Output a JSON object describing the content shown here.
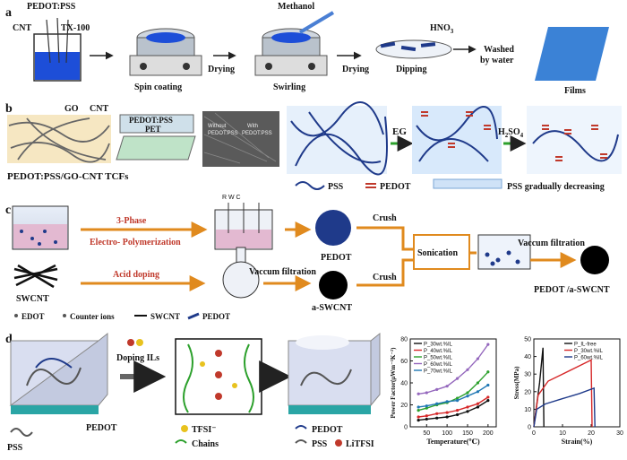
{
  "panel_a": {
    "letter": "a",
    "labels": {
      "pedot_pss": "PEDOT:PSS",
      "cnt": "CNT",
      "tx100": "TX-100",
      "spin_coating": "Spin coating",
      "drying1": "Drying",
      "methanol": "Methanol",
      "swirling": "Swirling",
      "drying2": "Drying",
      "hno3_prefix": "HNO",
      "hno3_sub": "3",
      "dipping": "Dipping",
      "washed1": "Washed",
      "washed2": "by water",
      "films": "Films"
    }
  },
  "panel_b": {
    "letter": "b",
    "labels": {
      "go": "GO",
      "cnt": "CNT",
      "pedot_pss": "PEDOT:PSS",
      "pet": "PET",
      "without": "Without",
      "without2": "PEDOT:PSS",
      "with": "With",
      "with2": "PEDOT:PSS",
      "caption": "PEDOT:PSS/GO-CNT TCFs",
      "eg": "EG",
      "h2so4_prefix": "H",
      "h2so4_sub1": "2",
      "h2so4_mid": "SO",
      "h2so4_sub2": "4",
      "legend_pss": "PSS",
      "legend_pedot": "PEDOT",
      "legend_decrease": "PSS gradually decreasing"
    }
  },
  "panel_c": {
    "letter": "c",
    "labels": {
      "three_phase": "3-Phase",
      "electro": "Electro- Polymerization",
      "electrodes": "R  W  C",
      "pedot": "PEDOT",
      "crush1": "Crush",
      "sonication": "Sonication",
      "crush2": "Crush",
      "vac1": "Vaccum filtration",
      "vac2": "Vaccum filtration",
      "acid": "Acid doping",
      "swcnt": "SWCNT",
      "a_swcnt": "a-SWCNT",
      "product": "PEDOT /a-SWCNT",
      "legend_edot": "EDOT",
      "legend_counter": "Counter ions",
      "legend_swcnt": "SWCNT",
      "legend_pedot": "PEDOT"
    }
  },
  "panel_d": {
    "letter": "d",
    "labels": {
      "doping": "Doping ILs",
      "pss": "PSS",
      "pedot": "PEDOT",
      "tfsi": "TFSI⁻",
      "chains": "Chains",
      "pedot2": "PEDOT",
      "pss2": "PSS",
      "litfsi": "LiTFSI"
    }
  },
  "colors": {
    "blue_dark": "#1f3a8a",
    "blue_bright": "#1d4ed8",
    "teal": "#2aa5a5",
    "arrow_orange": "#e08a1e",
    "arrow_gray": "#666666",
    "red": "#c0392b"
  },
  "chart_data": [
    {
      "type": "line",
      "title": "",
      "xlabel": "Temperature(℃)",
      "ylabel": "Power Factor(μWm⁻¹K⁻²)",
      "xlim": [
        10,
        220
      ],
      "ylim": [
        0,
        80
      ],
      "xticks": [
        50,
        100,
        150,
        200
      ],
      "yticks": [
        0,
        20,
        40,
        60,
        80
      ],
      "legend_position": "top-left",
      "x": [
        30,
        50,
        75,
        100,
        125,
        150,
        175,
        200
      ],
      "series": [
        {
          "name": "P_30wt.%IL",
          "color": "#111111",
          "values": [
            6,
            7,
            8,
            9,
            11,
            14,
            18,
            24
          ]
        },
        {
          "name": "P_40wt.%IL",
          "color": "#d62728",
          "values": [
            9,
            10,
            12,
            13,
            15,
            18,
            21,
            27
          ]
        },
        {
          "name": "P_50wt.%IL",
          "color": "#2ca02c",
          "values": [
            15,
            17,
            20,
            22,
            26,
            31,
            40,
            50
          ]
        },
        {
          "name": "P_60wt.%IL",
          "color": "#9467bd",
          "values": [
            30,
            31,
            34,
            37,
            44,
            52,
            62,
            75
          ]
        },
        {
          "name": "P_70wt.%IL",
          "color": "#1f77b4",
          "values": [
            18,
            19,
            21,
            23,
            24,
            28,
            32,
            38
          ]
        }
      ]
    },
    {
      "type": "line",
      "title": "",
      "xlabel": "Strain(%)",
      "ylabel": "Stress(MPa)",
      "xlim": [
        0,
        30
      ],
      "ylim": [
        0,
        50
      ],
      "xticks": [
        0,
        10,
        20,
        30
      ],
      "yticks": [
        0,
        10,
        20,
        30,
        40,
        50
      ],
      "legend_position": "top-right",
      "series": [
        {
          "name": "P_IL-free",
          "color": "#111111",
          "x": [
            0,
            2,
            3.2,
            3.5
          ],
          "values": [
            0,
            25,
            45,
            0
          ]
        },
        {
          "name": "P_30wt.%IL",
          "color": "#d62728",
          "x": [
            0,
            1.5,
            5,
            10,
            15,
            20,
            20.3
          ],
          "values": [
            0,
            18,
            26,
            30,
            34,
            38,
            0
          ]
        },
        {
          "name": "P_60wt.%IL",
          "color": "#1f3a8a",
          "x": [
            0,
            1,
            4,
            10,
            16,
            21,
            21.3
          ],
          "values": [
            0,
            10,
            13,
            16,
            19,
            22,
            0
          ]
        }
      ]
    }
  ]
}
